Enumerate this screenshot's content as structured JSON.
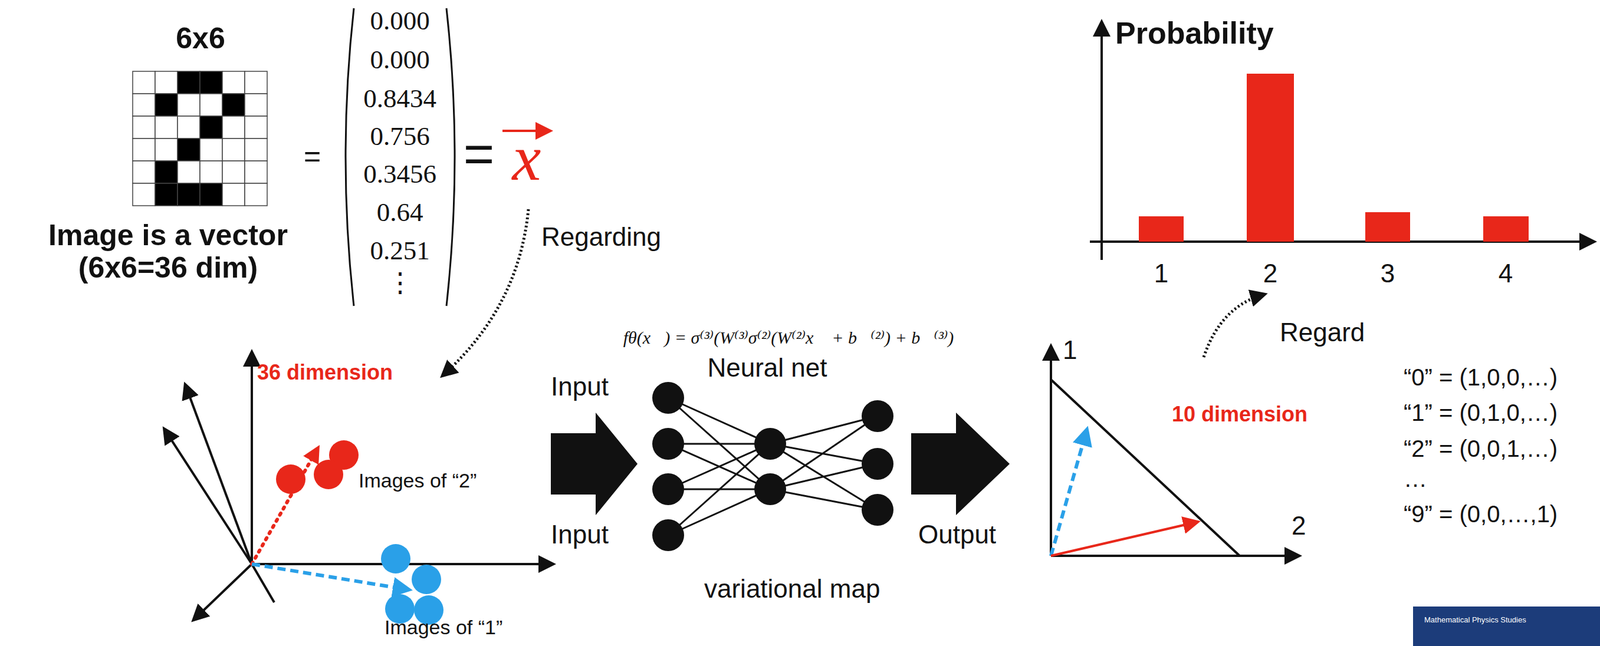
{
  "diagram": {
    "labels": [
      "6x6",
      "Image is a vector (6x6=36 dim)",
      "=",
      "0.000",
      "0.000",
      "0.8434",
      "0.756",
      "0.3456",
      "0.64",
      "0.251",
      "⋮",
      "=",
      "x",
      "Regarding",
      "36 dimension",
      "Images of “2”",
      "Images of “1”",
      "fθ(x⃗) = σ⁽³⁾(W⁽³⁾σ⁽²⁾(W⁽²⁾x⃗ + b⃗⁽²⁾) + b⃗⁽³⁾)",
      "Input",
      "Neural net",
      "Input",
      "variational map",
      "Output",
      "1",
      "2",
      "10 dimension",
      "Probability",
      "1",
      "2",
      "3",
      "4",
      "Regard",
      "“0” = (1,0,0,…)",
      "“1” = (0,1,0,…)",
      "“2” = (0,0,1,…)",
      "…",
      "“9” = (0,0,…,1)",
      "Mathematical Physics Studies"
    ]
  }
}
